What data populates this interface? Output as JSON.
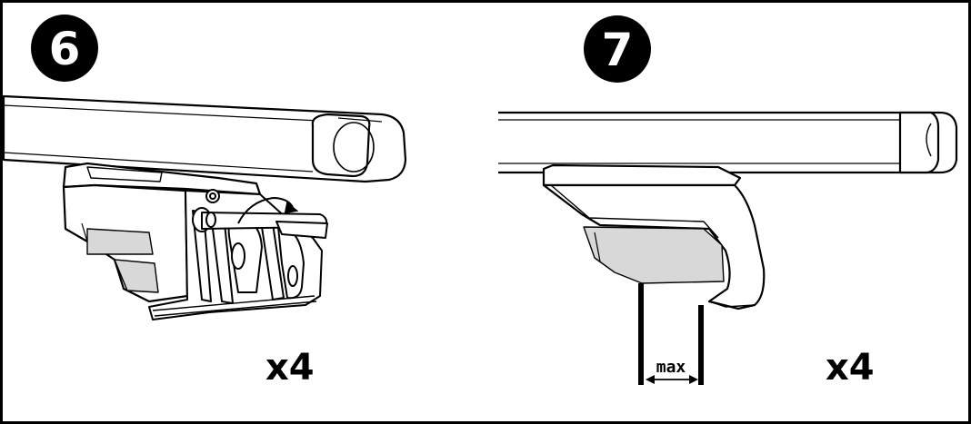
{
  "steps": [
    {
      "number": "6",
      "quantity": "x4"
    },
    {
      "number": "7",
      "quantity": "x4",
      "gap_label": "max"
    }
  ],
  "colors": {
    "ink": "#000000",
    "paper": "#ffffff",
    "shade": "#d8d8d8"
  }
}
